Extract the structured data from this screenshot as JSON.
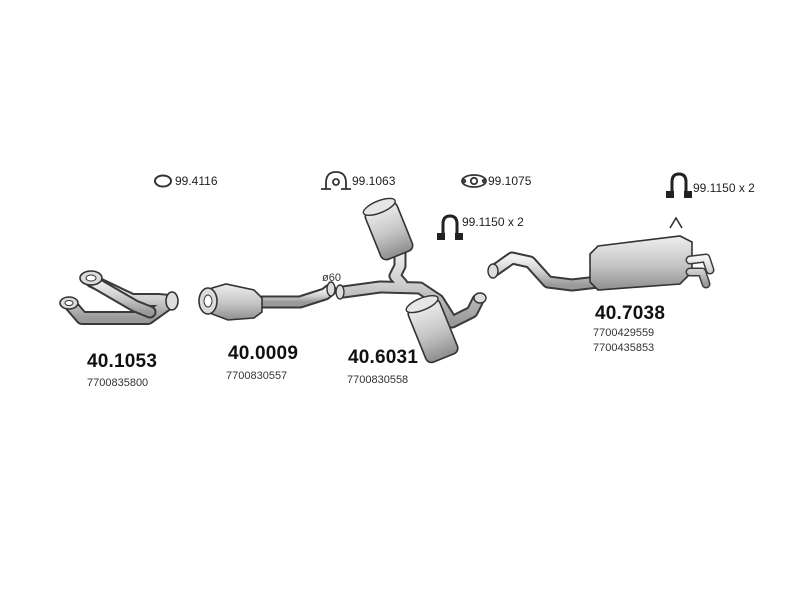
{
  "accessories": [
    {
      "id": "ring-gasket",
      "code": "99.4116",
      "icon": "ring-gasket-icon"
    },
    {
      "id": "clamp",
      "code": "99.1063",
      "icon": "u-clamp-icon"
    },
    {
      "id": "flange-gasket",
      "code": "99.1075",
      "icon": "flange-gasket-icon"
    },
    {
      "id": "hanger-mid",
      "code": "99.1150 x 2",
      "icon": "rubber-hanger-icon"
    },
    {
      "id": "hanger-rear",
      "code": "99.1150 x 2",
      "icon": "rubber-hanger-icon"
    }
  ],
  "parts": [
    {
      "id": "front-pipe",
      "code": "40.1053",
      "oem": [
        "7700835800"
      ]
    },
    {
      "id": "catalyst",
      "code": "40.0009",
      "oem": [
        "7700830557"
      ]
    },
    {
      "id": "middle-silencer",
      "code": "40.6031",
      "oem": [
        "7700830558"
      ]
    },
    {
      "id": "rear-silencer",
      "code": "40.7038",
      "oem": [
        "7700429559",
        "7700435853"
      ]
    }
  ],
  "dimensions": {
    "pipe_diameter": "ø60"
  },
  "colors": {
    "part_fill": "#c8c8c8",
    "part_stroke": "#3a3a3a",
    "text": "#1a1a1a"
  }
}
